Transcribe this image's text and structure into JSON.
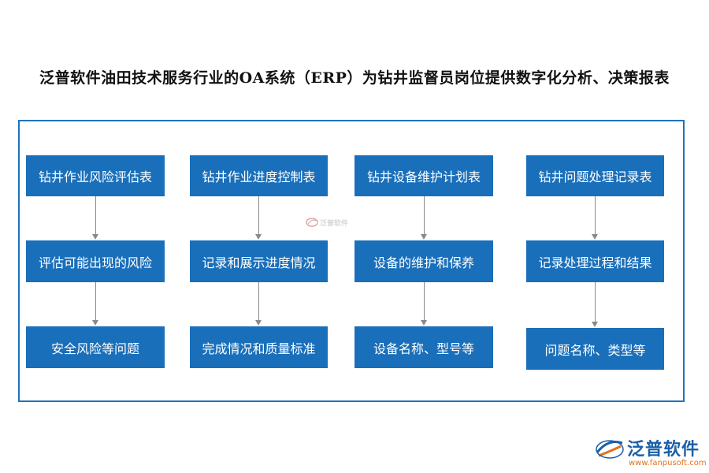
{
  "title": "泛普软件油田技术服务行业的OA系统（ERP）为钻井监督员岗位提供数字化分析、决策报表",
  "columns": [
    {
      "header": "钻井作业风险评估表",
      "middle": "评估可能出现的风险",
      "bottom": "安全风险等问题"
    },
    {
      "header": "钻井作业进度控制表",
      "middle": "记录和展示进度情况",
      "bottom": "完成情况和质量标准"
    },
    {
      "header": "钻井设备维护计划表",
      "middle": "设备的维护和保养",
      "bottom": "设备名称、型号等"
    },
    {
      "header": "钻井问题处理记录表",
      "middle": "记录处理过程和结果",
      "bottom": "问题名称、类型等"
    }
  ],
  "watermark": {
    "text": "泛普软件",
    "icon": "fanpu-logo-icon"
  },
  "logo": {
    "name": "泛普软件",
    "url": "www.fanpusoft.com",
    "icon": "fanpu-logo-icon"
  },
  "colors": {
    "box_fill": "#1a6fba",
    "frame_border": "#1e73be",
    "arrow": "#8a8a8a",
    "logo_blue": "#1a5fa8",
    "logo_orange": "#e0731b"
  }
}
